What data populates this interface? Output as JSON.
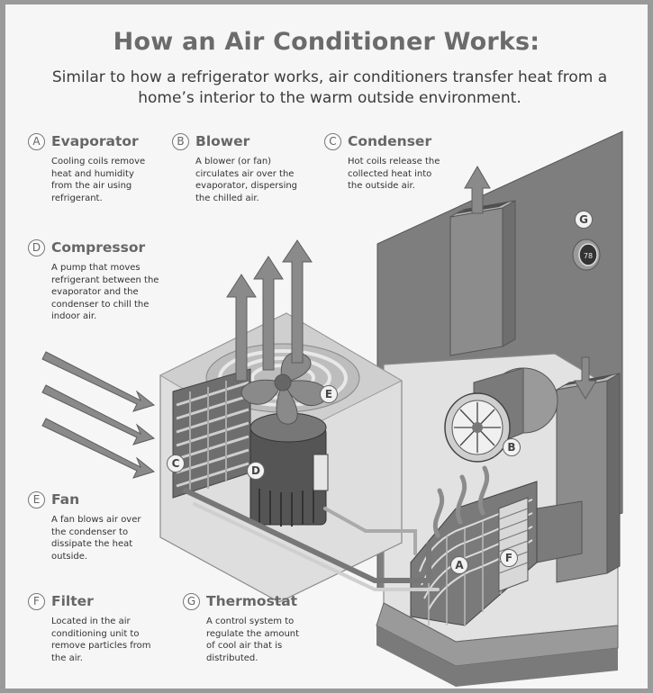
{
  "title": "How an Air Conditioner Works:",
  "subtitle": "Similar to how a refrigerator works, air conditioners transfer heat from a home’s interior to the warm outside environment.",
  "components": [
    {
      "letter": "A",
      "name": "Evaporator",
      "desc": "Cooling coils remove heat and humidity from the air using refrigerant."
    },
    {
      "letter": "B",
      "name": "Blower",
      "desc": "A blower (or fan) circulates air over the evaporator, dispersing the chilled air."
    },
    {
      "letter": "C",
      "name": "Condenser",
      "desc": "Hot coils release the collected heat into the outside air."
    },
    {
      "letter": "D",
      "name": "Compressor",
      "desc": "A pump that moves refrigerant between the evaporator and the condenser to chill the indoor air."
    },
    {
      "letter": "E",
      "name": "Fan",
      "desc": "A fan blows air over the condenser to dissipate the heat outside."
    },
    {
      "letter": "F",
      "name": "Filter",
      "desc": "Located in the air conditioning unit to remove particles from the air."
    },
    {
      "letter": "G",
      "name": "Thermostat",
      "desc": "A control system to regulate the amount of cool air that is distributed."
    }
  ],
  "thermostat_display": "78"
}
